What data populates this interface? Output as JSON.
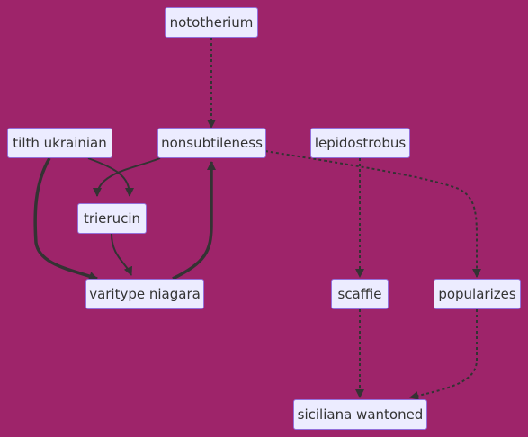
{
  "colors": {
    "background": "#9e246a",
    "node_fill": "#ececff",
    "node_border": "#9370db",
    "edge": "#333333",
    "text": "#333333"
  },
  "nodes": {
    "nototherium": "nototherium",
    "tilth_ukrainian": "tilth ukrainian",
    "nonsubtileness": "nonsubtileness",
    "lepidostrobus": "lepidostrobus",
    "trierucin": "trierucin",
    "varitype_niagara": "varitype niagara",
    "scaffie": "scaffie",
    "popularizes": "popularizes",
    "siciliana_wantoned": "siciliana wantoned"
  },
  "edges": [
    {
      "from": "nototherium",
      "to": "nonsubtileness",
      "style": "dotted"
    },
    {
      "from": "tilth_ukrainian",
      "to": "trierucin",
      "style": "solid"
    },
    {
      "from": "tilth_ukrainian",
      "to": "varitype_niagara",
      "style": "thick"
    },
    {
      "from": "nonsubtileness",
      "to": "trierucin",
      "style": "solid"
    },
    {
      "from": "nonsubtileness",
      "to": "popularizes",
      "style": "dotted"
    },
    {
      "from": "trierucin",
      "to": "varitype_niagara",
      "style": "solid"
    },
    {
      "from": "varitype_niagara",
      "to": "nonsubtileness",
      "style": "thick"
    },
    {
      "from": "lepidostrobus",
      "to": "scaffie",
      "style": "dotted"
    },
    {
      "from": "scaffie",
      "to": "siciliana_wantoned",
      "style": "dotted"
    },
    {
      "from": "popularizes",
      "to": "siciliana_wantoned",
      "style": "dotted"
    }
  ]
}
